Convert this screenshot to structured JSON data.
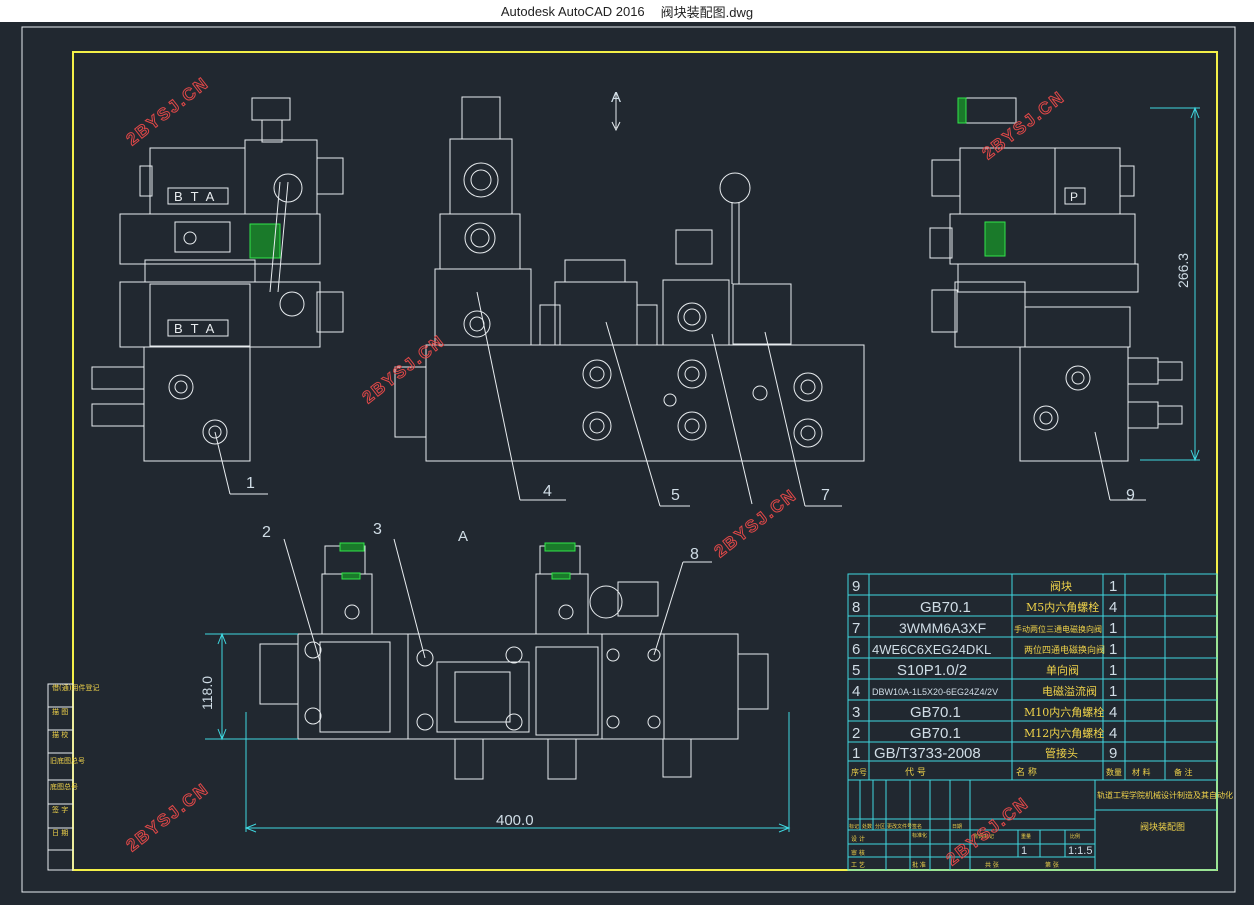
{
  "window": {
    "app_name": "Autodesk AutoCAD 2016",
    "file_name": "阀块装配图.dwg"
  },
  "colors": {
    "background": "#212830",
    "frame_outer": "#e8ecef",
    "frame_inner": "#f4f048",
    "line_cyan": "#3fd7e0",
    "line_white": "#e8ecef",
    "accent_green": "#31e54a",
    "watermark_red": "#e04848",
    "text_yellow": "#f0d34a"
  },
  "watermark": "2BYSJ.CN",
  "view_labels": {
    "arrow_label": "A",
    "section_label": "A"
  },
  "dimensions": {
    "height_right": "266.3",
    "height_left": "118.0",
    "width_bottom": "400.0"
  },
  "balloons": [
    "1",
    "2",
    "3",
    "4",
    "5",
    "7",
    "8",
    "9"
  ],
  "bom": {
    "rows": [
      {
        "no": "9",
        "code": "",
        "name": "阀块",
        "qty": "1"
      },
      {
        "no": "8",
        "code": "GB70.1",
        "name": "M5内六角螺栓",
        "qty": "4"
      },
      {
        "no": "7",
        "code": "3WMM6A3XF",
        "name": "手动两位三通电磁换向阀",
        "qty": "1"
      },
      {
        "no": "6",
        "code": "4WE6C6XEG24DKL",
        "name": "两位四通电磁换向阀",
        "qty": "1"
      },
      {
        "no": "5",
        "code": "S10P1.0/2",
        "name": "单向阀",
        "qty": "1"
      },
      {
        "no": "4",
        "code": "DBW10A-1L5X20-6EG24Z4/2V",
        "name": "电磁溢流阀",
        "qty": "1"
      },
      {
        "no": "3",
        "code": "GB70.1",
        "name": "M10内六角螺栓",
        "qty": "4"
      },
      {
        "no": "2",
        "code": "GB70.1",
        "name": "M12内六角螺栓",
        "qty": "4"
      },
      {
        "no": "1",
        "code": "GB/T3733-2008",
        "name": "管接头",
        "qty": "9"
      }
    ],
    "header": {
      "no": "序号",
      "code": "代 号",
      "name": "名 称",
      "qty": "数量",
      "material": "材 料",
      "remark": "备 注"
    }
  },
  "title_block": {
    "school": "轨道工程学院机械设计制造及其自动化",
    "drawing_title": "阀块装配图",
    "scale": "1:1.5",
    "sheet_qty": "1",
    "labels": {
      "mark": "标记",
      "count": "处数",
      "zone": "分区",
      "change_doc": "更改文件号",
      "sign": "签名",
      "date": "日期",
      "design": "设 计",
      "standard": "标准化",
      "stage_mark": "阶段标记",
      "weight": "重量",
      "ratio": "比例",
      "review": "审 核",
      "craft": "工 艺",
      "approve": "批 准",
      "total": "共 张",
      "sheet": "第 张"
    }
  },
  "left_strip": [
    "借(通)用件登记",
    "描 图",
    "描 校",
    "旧底图总号",
    "底图总号",
    "签 字",
    "日 期"
  ],
  "labels_on_parts": {
    "bta": "BTA",
    "p": "P"
  }
}
